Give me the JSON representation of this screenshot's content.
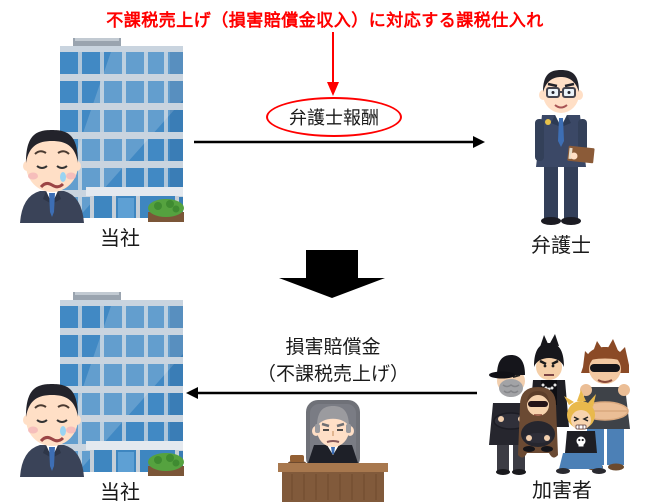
{
  "title": {
    "text": "不課税売上げ（損害賠償金収入）に対応する課税仕入れ",
    "color": "#ff0000"
  },
  "top_flow": {
    "payment_label": "弁護士報酬",
    "payer": "当社",
    "payee": "弁護士"
  },
  "result_flow": {
    "payment_line1": "損害賠償金",
    "payment_line2": "（不課税売上げ）",
    "payer": "加害者",
    "payee": "当社"
  },
  "illustrations": {
    "company": "office-building-with-crying-businessman",
    "lawyer": "lawyer-in-suit-holding-file",
    "judge": "judge-at-court-bench",
    "perpetrators": "group-of-five-delinquents"
  },
  "colors": {
    "accent_red": "#ff0000",
    "arrow_black": "#000000",
    "building_blue": "#4189C4"
  }
}
